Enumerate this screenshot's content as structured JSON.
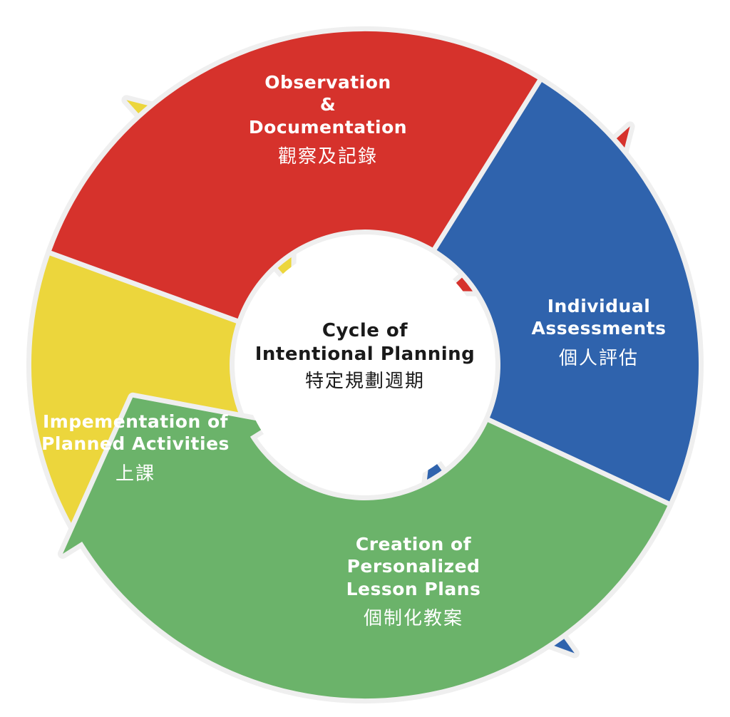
{
  "diagram": {
    "colors": {
      "red": "#d6322c",
      "blue": "#2f63ad",
      "green": "#6bb36a",
      "yellow": "#ecd63c",
      "outline": "#efefef",
      "center": "#ffffff"
    },
    "center": {
      "line1": "Cycle of",
      "line2": "Intentional Planning",
      "zh": "特定規劃週期"
    },
    "segments": [
      {
        "id": "observation",
        "color": "red",
        "lines": [
          "Observation",
          "&",
          "Documentation"
        ],
        "zh": "觀察及記錄"
      },
      {
        "id": "assessment",
        "color": "blue",
        "lines": [
          "Individual",
          "Assessments"
        ],
        "zh": "個人評估"
      },
      {
        "id": "lesson-plans",
        "color": "green",
        "lines": [
          "Creation of",
          "Personalized",
          "Lesson Plans"
        ],
        "zh": "個制化教案"
      },
      {
        "id": "implementation",
        "color": "yellow",
        "lines": [
          "Impementation of",
          "Planned Activities"
        ],
        "zh": "上課"
      }
    ]
  }
}
